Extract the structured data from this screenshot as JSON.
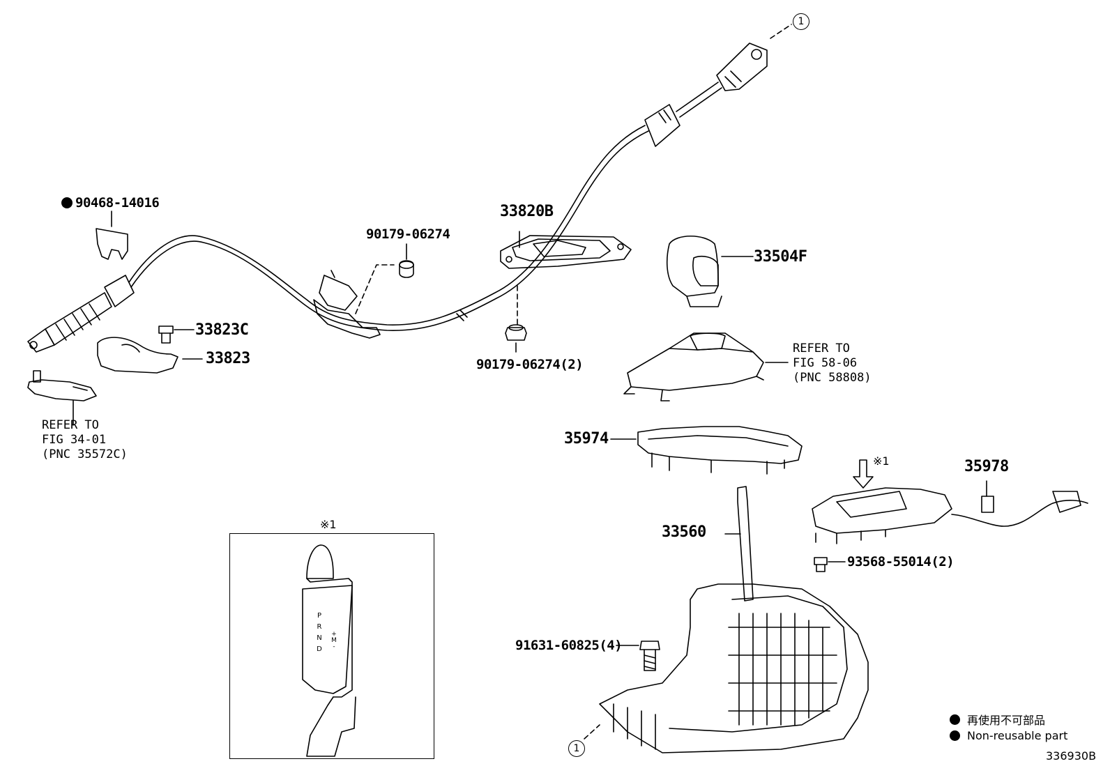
{
  "labels": {
    "p90468": "90468-14016",
    "p90179a": "90179-06274",
    "p33820B": "33820B",
    "p33504F": "33504F",
    "p33823C": "33823C",
    "p33823": "33823",
    "p90179b": "90179-06274(2)",
    "p35974": "35974",
    "p35978": "35978",
    "p33560": "33560",
    "p93568": "93568-55014(2)",
    "p91631": "91631-60825(4)"
  },
  "refs": {
    "fig3401": [
      "REFER TO",
      "FIG 34-01",
      "(PNC 35572C)"
    ],
    "fig5806": [
      "REFER TO",
      "FIG 58-06",
      "(PNC 58808)"
    ]
  },
  "markers": {
    "circle_top": "1",
    "circle_bottom": "1",
    "note_mark": "※1",
    "inset_mark": "※1"
  },
  "inset": {
    "shift_letters": [
      "P",
      "R",
      "N",
      "D"
    ],
    "mode_letters": [
      "+",
      "M",
      "-"
    ]
  },
  "legend": {
    "jp": "再使用不可部品",
    "en": "Non-reusable part"
  },
  "figure_id": "336930B"
}
